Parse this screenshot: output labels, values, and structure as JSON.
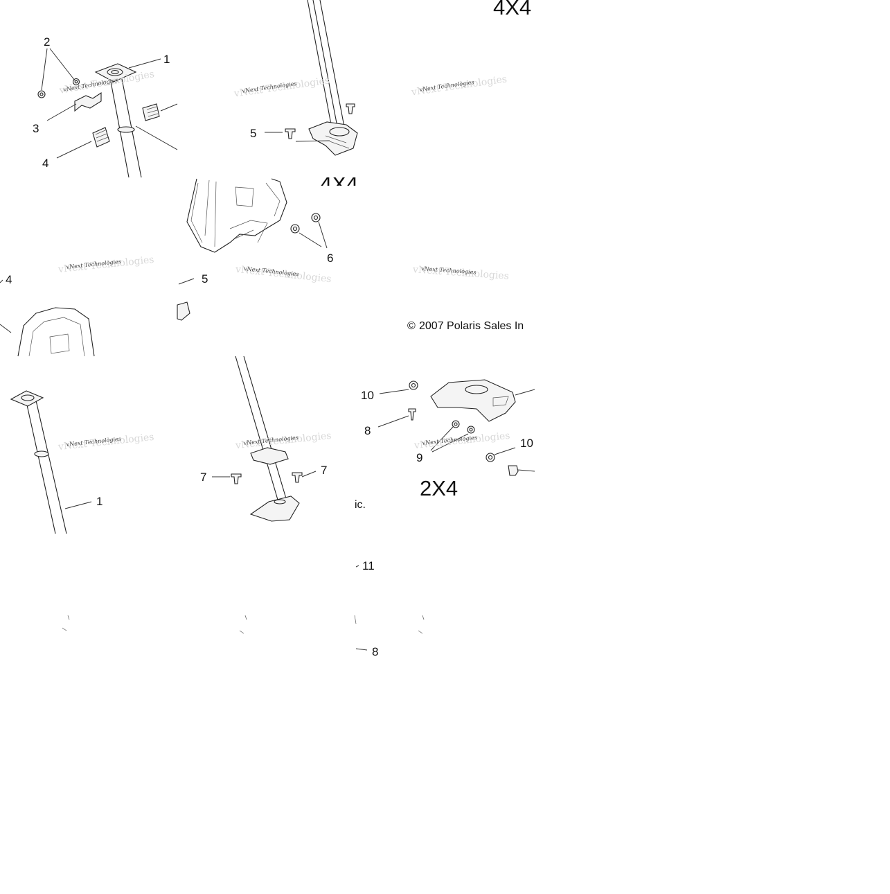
{
  "diagram": {
    "headings": {
      "top": "4X4",
      "partial_top": "4X4",
      "bottom": "2X4"
    },
    "copyright": {
      "symbol": "©",
      "text": "2007 Polaris Sales In",
      "fragment": "ic."
    },
    "watermark": {
      "line1": "vNext Technologies"
    },
    "callouts": {
      "c1_top": "1",
      "c2": "2",
      "c3": "3",
      "c4_top": "4",
      "c4_left": "4",
      "c5_top": "5",
      "c5_mid": "5",
      "c6": "6",
      "c1_bottom": "1",
      "c7_left": "7",
      "c7_right": "7",
      "c8_upper": "8",
      "c8_lower": "8",
      "c9": "9",
      "c10_upper": "10",
      "c10_lower": "10",
      "c11": "11"
    }
  }
}
